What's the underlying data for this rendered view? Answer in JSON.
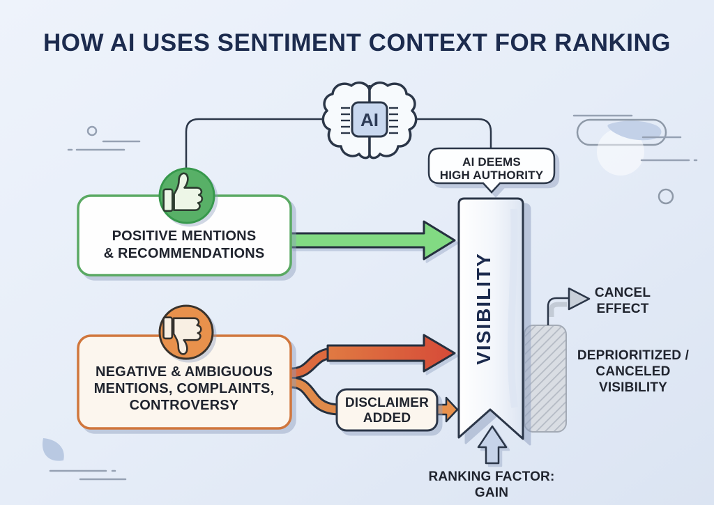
{
  "title": "HOW AI USES SENTIMENT CONTEXT FOR RANKING",
  "brain": {
    "chip_label": "AI"
  },
  "authority_callout": {
    "line1": "AI DEEMS",
    "line2": "HIGH AUTHORITY"
  },
  "positive": {
    "line1": "POSITIVE MENTIONS",
    "line2": "& RECOMMENDATIONS"
  },
  "negative": {
    "line1": "NEGATIVE & AMBIGUOUS",
    "line2": "MENTIONS, COMPLAINTS,",
    "line3": "CONTROVERSY"
  },
  "disclaimer": {
    "line1": "DISCLAIMER",
    "line2": "ADDED"
  },
  "ribbon": {
    "label": "VISIBILITY"
  },
  "cancel": {
    "line1": "CANCEL",
    "line2": "EFFECT"
  },
  "deprioritized": {
    "line1": "DEPRIORITIZED /",
    "line2": "CANCELED",
    "line3": "VISIBILITY"
  },
  "ranking": {
    "line1": "RANKING FACTOR:",
    "line2": "GAIN"
  },
  "colors": {
    "background_top": "#eef3fb",
    "background_bottom": "#dce5f3",
    "navy_outline": "#2b3648",
    "title_text": "#1c2b4e",
    "green": "#58b067",
    "green_arrow": "#82da83",
    "orange": "#e8914c",
    "red": "#d6503c",
    "cream": "#fcf6ee",
    "chip_fill": "#c9d8ef",
    "ribbon_fill": "#f4f7fc",
    "hatch_gray": "#d9dde3",
    "gain_arrow_fill": "#c6d3e9"
  }
}
